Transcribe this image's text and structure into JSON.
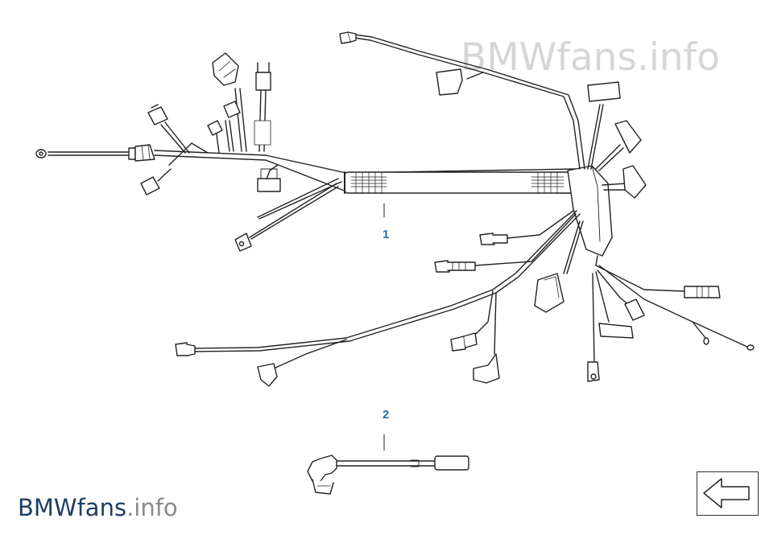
{
  "watermark": {
    "top": "BMWfans.info",
    "bottom_brand": "BMWfans",
    "bottom_suffix": ".info"
  },
  "parts": [
    {
      "number": "1"
    },
    {
      "number": "2"
    }
  ],
  "icons": {
    "back": "arrow-left-icon"
  },
  "colors": {
    "part_number": "#2d6aa5",
    "watermark_brand": "#1f3e63",
    "watermark_suffix": "#8a8a8a",
    "line_art": "#222222"
  }
}
